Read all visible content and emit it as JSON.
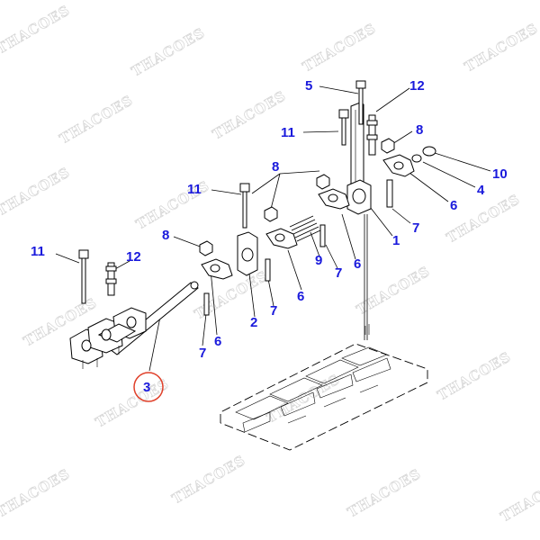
{
  "watermark": {
    "text": "THACOES"
  },
  "highlight": {
    "color": "#e0402a"
  },
  "label_color": "#1a1adc",
  "callouts": {
    "c5": "5",
    "c12a": "12",
    "c11a": "11",
    "c8a": "8",
    "c10": "10",
    "c8b": "8",
    "c4": "4",
    "c11b": "11",
    "c6a": "6",
    "c7a": "7",
    "c1": "1",
    "c8c": "8",
    "c12b": "12",
    "c11c": "11",
    "c9": "9",
    "c7b": "7",
    "c6b": "6",
    "c2": "2",
    "c6c": "6",
    "c7c": "7",
    "c7d": "7",
    "c6d": "6",
    "c3": "3"
  }
}
